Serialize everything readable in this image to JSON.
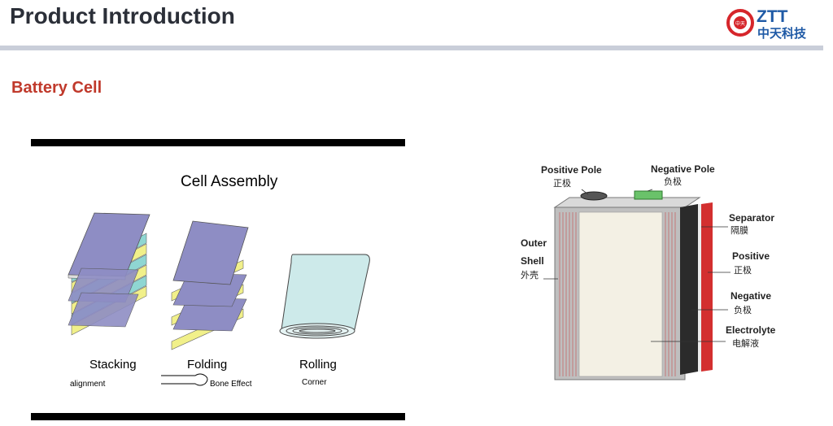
{
  "header": {
    "title": "Product Introduction",
    "logo": {
      "brand": "ZTT",
      "chinese": "中天科技",
      "badge": "中天",
      "brand_color": "#d6262b",
      "text_color": "#1f5aa6"
    }
  },
  "section_title": "Battery Cell",
  "assembly": {
    "title": "Cell Assembly",
    "methods": [
      {
        "label": "Stacking",
        "note": "alignment"
      },
      {
        "label": "Folding",
        "note": "Bone Effect"
      },
      {
        "label": "Rolling",
        "note": "Corner"
      }
    ],
    "colors": {
      "electrode": "#8e8dc4",
      "separator": "#8fd6d2",
      "anode": "#f1f08a",
      "roll": "#cdeaea"
    }
  },
  "diagram": {
    "labels": {
      "positive_pole": {
        "en": "Positive Pole",
        "zh": "正极"
      },
      "negative_pole": {
        "en": "Negative Pole",
        "zh": "负极"
      },
      "outer_shell": {
        "en1": "Outer",
        "en2": "Shell",
        "zh": "外壳"
      },
      "separator": {
        "en": "Separator",
        "zh": "隔膜"
      },
      "positive": {
        "en": "Positive",
        "zh": "正极"
      },
      "negative": {
        "en": "Negative",
        "zh": "负极"
      },
      "electrolyte": {
        "en": "Electrolyte",
        "zh": "电解液"
      }
    }
  }
}
